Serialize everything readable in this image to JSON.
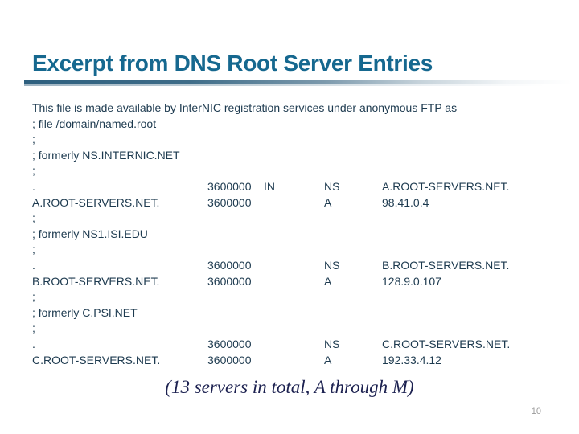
{
  "slide": {
    "title": "Excerpt from DNS Root Server Entries",
    "footer_note": "(13 servers in total, A through M)",
    "page_number": "10"
  },
  "colors": {
    "title_text": "#16688f",
    "body_text": "#1d3a4f",
    "footer_note_text": "#1c2150",
    "page_number_text": "#9b9b9b",
    "rule_gradient_start": "#2d5f7e",
    "rule_gradient_end": "#ffffff",
    "background": "#ffffff"
  },
  "listing": {
    "lines": [
      {
        "c1": "This file is made available by InterNIC registration services under anonymous FTP as"
      },
      {
        "c1": "; file /domain/named.root"
      },
      {
        "c1": ";"
      },
      {
        "c1": "; formerly NS.INTERNIC.NET"
      },
      {
        "c1": ";"
      },
      {
        "c1": ".",
        "c2": "3600000",
        "c3": "IN",
        "c4": "NS",
        "c5": "A.ROOT-SERVERS.NET."
      },
      {
        "c1": "A.ROOT-SERVERS.NET.",
        "c2": "3600000",
        "c4": "A",
        "c5": "98.41.0.4"
      },
      {
        "c1": ";"
      },
      {
        "c1": "; formerly NS1.ISI.EDU"
      },
      {
        "c1": ";"
      },
      {
        "c1": ".",
        "c2": "3600000",
        "c4": "NS",
        "c5": "B.ROOT-SERVERS.NET."
      },
      {
        "c1": "B.ROOT-SERVERS.NET.",
        "c2": "3600000",
        "c4": "A",
        "c5": "128.9.0.107"
      },
      {
        "c1": ";"
      },
      {
        "c1": "; formerly C.PSI.NET"
      },
      {
        "c1": ";"
      },
      {
        "c1": ".",
        "c2": "3600000",
        "c4": "NS",
        "c5": "C.ROOT-SERVERS.NET."
      },
      {
        "c1": "C.ROOT-SERVERS.NET.",
        "c2": "3600000",
        "c4": "A",
        "c5": "192.33.4.12"
      }
    ]
  }
}
